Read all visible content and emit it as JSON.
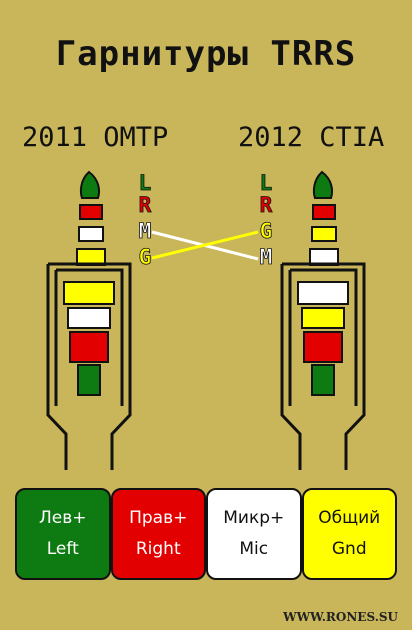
{
  "title": "Гарнитуры TRRS",
  "standards": {
    "left": "2011 OMTP",
    "right": "2012 CTIA"
  },
  "left_plug": {
    "labels": [
      "L",
      "R",
      "M",
      "G"
    ],
    "label_colors": [
      "#0e7a12",
      "#e30000",
      "#ffffff",
      "#ffff00"
    ]
  },
  "right_plug": {
    "labels": [
      "L",
      "R",
      "G",
      "M"
    ],
    "label_colors": [
      "#0e7a12",
      "#e30000",
      "#ffff00",
      "#ffffff"
    ]
  },
  "legend": [
    {
      "line1": "Лев+",
      "line2": "Left",
      "bg": "#0e7a12",
      "color": "#ffffff"
    },
    {
      "line1": "Прав+",
      "line2": "Right",
      "bg": "#e30000",
      "color": "#ffffff"
    },
    {
      "line1": "Микр+",
      "line2": "Mic",
      "bg": "#ffffff",
      "color": "#111111"
    },
    {
      "line1": "Общий",
      "line2": "Gnd",
      "bg": "#ffff00",
      "color": "#111111"
    }
  ],
  "footer": "WWW.RONES.SU"
}
